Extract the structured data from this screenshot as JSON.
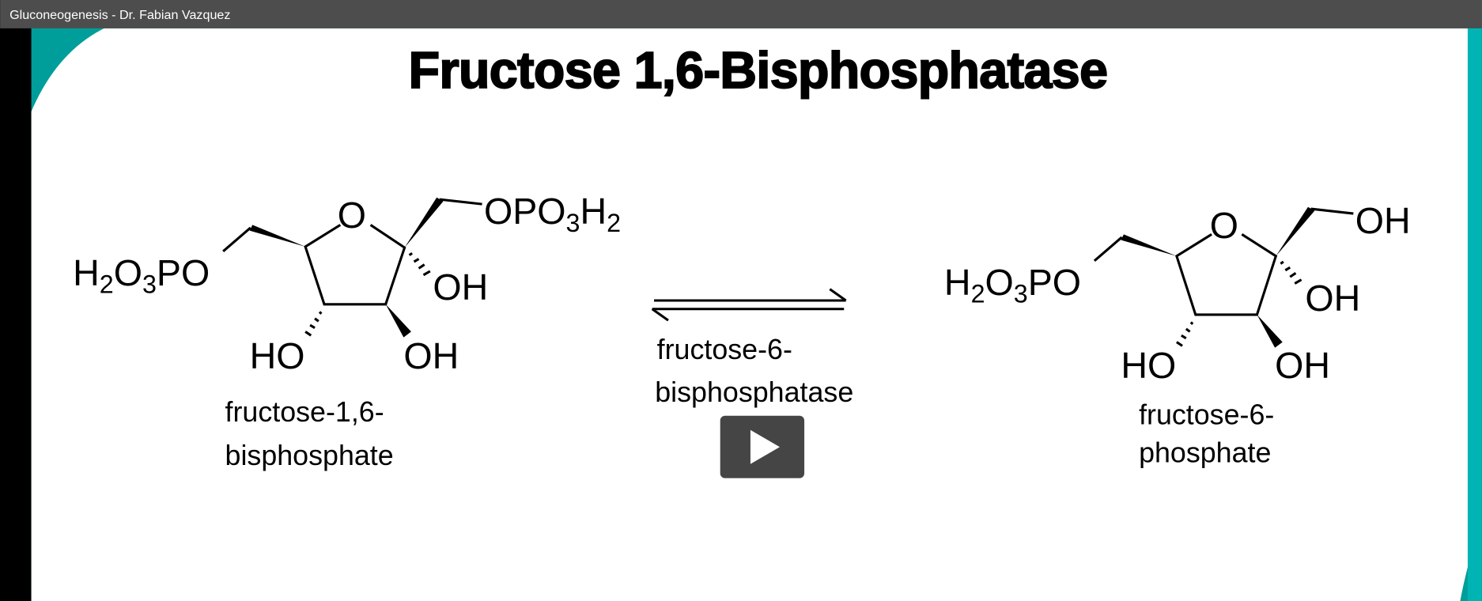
{
  "window": {
    "title": "Gluconeogenesis - Dr. Fabian Vazquez"
  },
  "slide": {
    "title": "Fructose 1,6-Bisphosphatase",
    "colors": {
      "accent": "#009e9a",
      "titlebar": "#4d4d4d",
      "background": "#ffffff"
    },
    "substrate": {
      "left_group": [
        "H",
        "2",
        "O",
        "3",
        "PO"
      ],
      "ring_o": "O",
      "top_right_group": [
        "OPO",
        "3",
        "H",
        "2"
      ],
      "oh_right": "OH",
      "oh_bottom_right": "OH",
      "ho_bottom_left": "HO",
      "name_line1": "fructose-1,6-",
      "name_line2": "bisphosphate"
    },
    "enzyme": {
      "line1": "fructose-6-",
      "line2": "bisphosphatase"
    },
    "product": {
      "left_group": [
        "H",
        "2",
        "O",
        "3",
        "PO"
      ],
      "ring_o": "O",
      "top_right_group": "OH",
      "oh_right": "OH",
      "oh_bottom_right": "OH",
      "ho_bottom_left": "HO",
      "name_line1": "fructose-6-",
      "name_line2": "phosphate"
    }
  },
  "player": {
    "play_icon": "play-icon"
  }
}
